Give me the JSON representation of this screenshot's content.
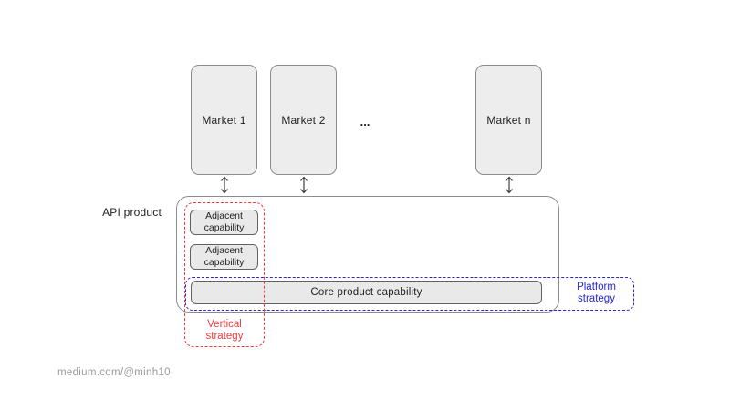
{
  "colors": {
    "canvas_bg": "#ffffff",
    "box_fill": "#ededed",
    "box_border": "#8c8c8c",
    "capability_fill": "#e9e9e9",
    "capability_border": "#616161",
    "container_border": "#8c8c8c",
    "arrow": "#3d3d3d",
    "text": "#1f1f1f",
    "red_accent": "#f43b3b",
    "blue_accent": "#2626d9",
    "footer_text": "#9a9a9a"
  },
  "diagram": {
    "markets": [
      {
        "label": "Market 1"
      },
      {
        "label": "Market 2"
      },
      {
        "label": "Market n"
      }
    ],
    "markets_ellipsis": "...",
    "api_product_label": "API product",
    "adjacent_capabilities": [
      {
        "label": "Adjacent capability"
      },
      {
        "label": "Adjacent capability"
      }
    ],
    "core_capability_label": "Core product capability",
    "annotations": {
      "vertical_strategy": "Vertical strategy",
      "platform_strategy": "Platform strategy"
    }
  },
  "footer": {
    "credit": "medium.com/@minh10"
  }
}
